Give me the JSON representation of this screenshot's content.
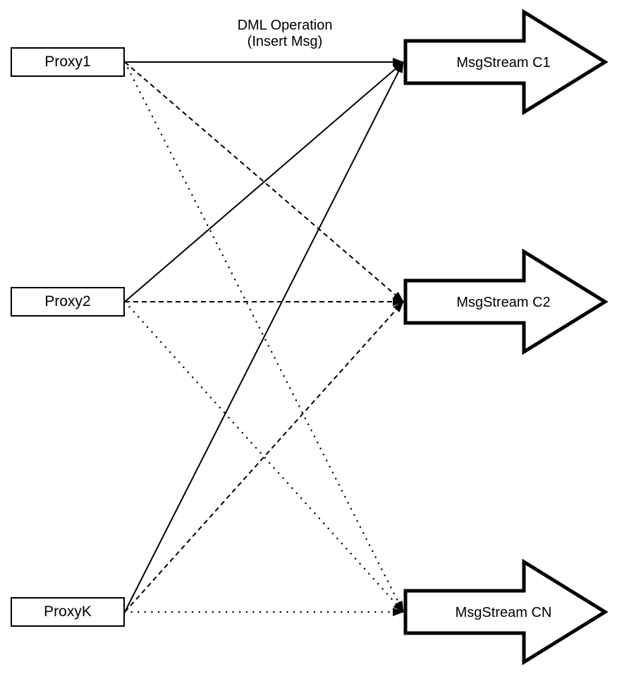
{
  "diagram": {
    "title": {
      "line1": "DML Operation",
      "line2": "(Insert Msg)"
    },
    "colors": {
      "stroke": "#000000",
      "fill": "#ffffff",
      "background": "#ffffff"
    },
    "proxies": [
      {
        "id": "proxy1",
        "label": "Proxy1"
      },
      {
        "id": "proxy2",
        "label": "Proxy2"
      },
      {
        "id": "proxyk",
        "label": "ProxyK"
      }
    ],
    "streams": [
      {
        "id": "c1",
        "label": "MsgStream C1"
      },
      {
        "id": "c2",
        "label": "MsgStream C2"
      },
      {
        "id": "cn",
        "label": "MsgStream CN"
      }
    ],
    "edges": [
      {
        "from": "proxy1",
        "to": "c1",
        "style": "solid"
      },
      {
        "from": "proxy1",
        "to": "c2",
        "style": "dashed"
      },
      {
        "from": "proxy1",
        "to": "cn",
        "style": "dotted"
      },
      {
        "from": "proxy2",
        "to": "c1",
        "style": "solid"
      },
      {
        "from": "proxy2",
        "to": "c2",
        "style": "dashed"
      },
      {
        "from": "proxy2",
        "to": "cn",
        "style": "dotted"
      },
      {
        "from": "proxyk",
        "to": "c1",
        "style": "solid"
      },
      {
        "from": "proxyk",
        "to": "c2",
        "style": "dashed"
      },
      {
        "from": "proxyk",
        "to": "cn",
        "style": "dotted"
      }
    ]
  }
}
